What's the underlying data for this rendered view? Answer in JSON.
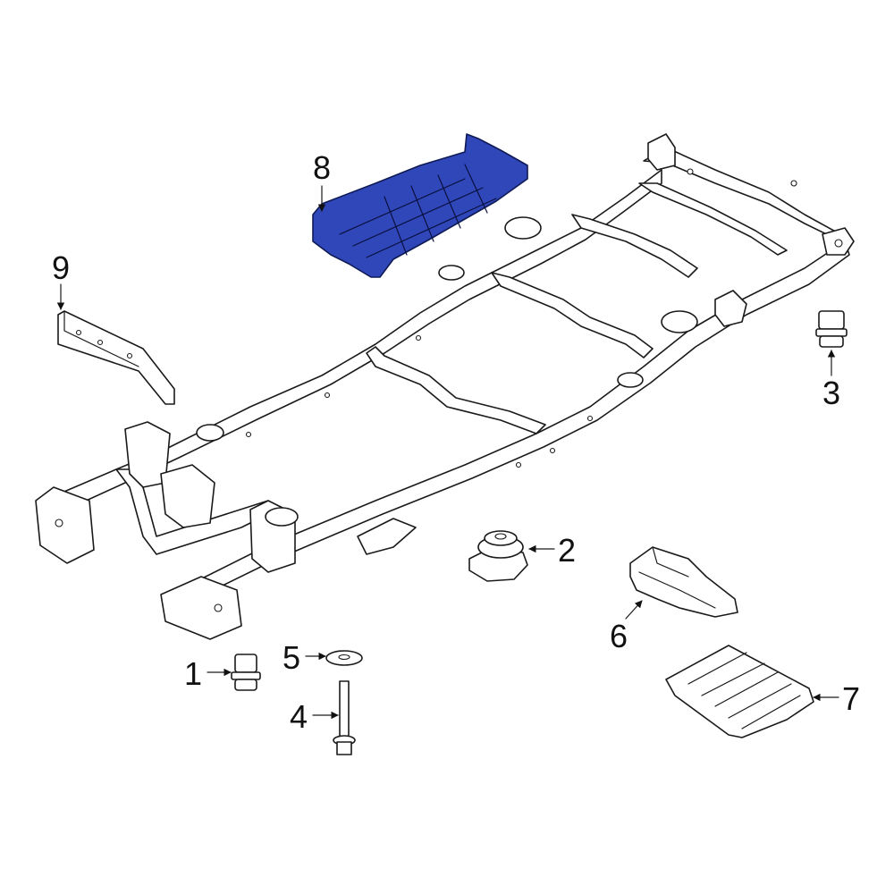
{
  "diagram": {
    "highlight_color": "#2f47b8",
    "line_color": "#1a1a1a",
    "callouts": [
      {
        "id": "1",
        "label": "1"
      },
      {
        "id": "2",
        "label": "2"
      },
      {
        "id": "3",
        "label": "3"
      },
      {
        "id": "4",
        "label": "4"
      },
      {
        "id": "5",
        "label": "5"
      },
      {
        "id": "6",
        "label": "6"
      },
      {
        "id": "7",
        "label": "7"
      },
      {
        "id": "8",
        "label": "8",
        "highlighted": true
      },
      {
        "id": "9",
        "label": "9"
      }
    ]
  }
}
